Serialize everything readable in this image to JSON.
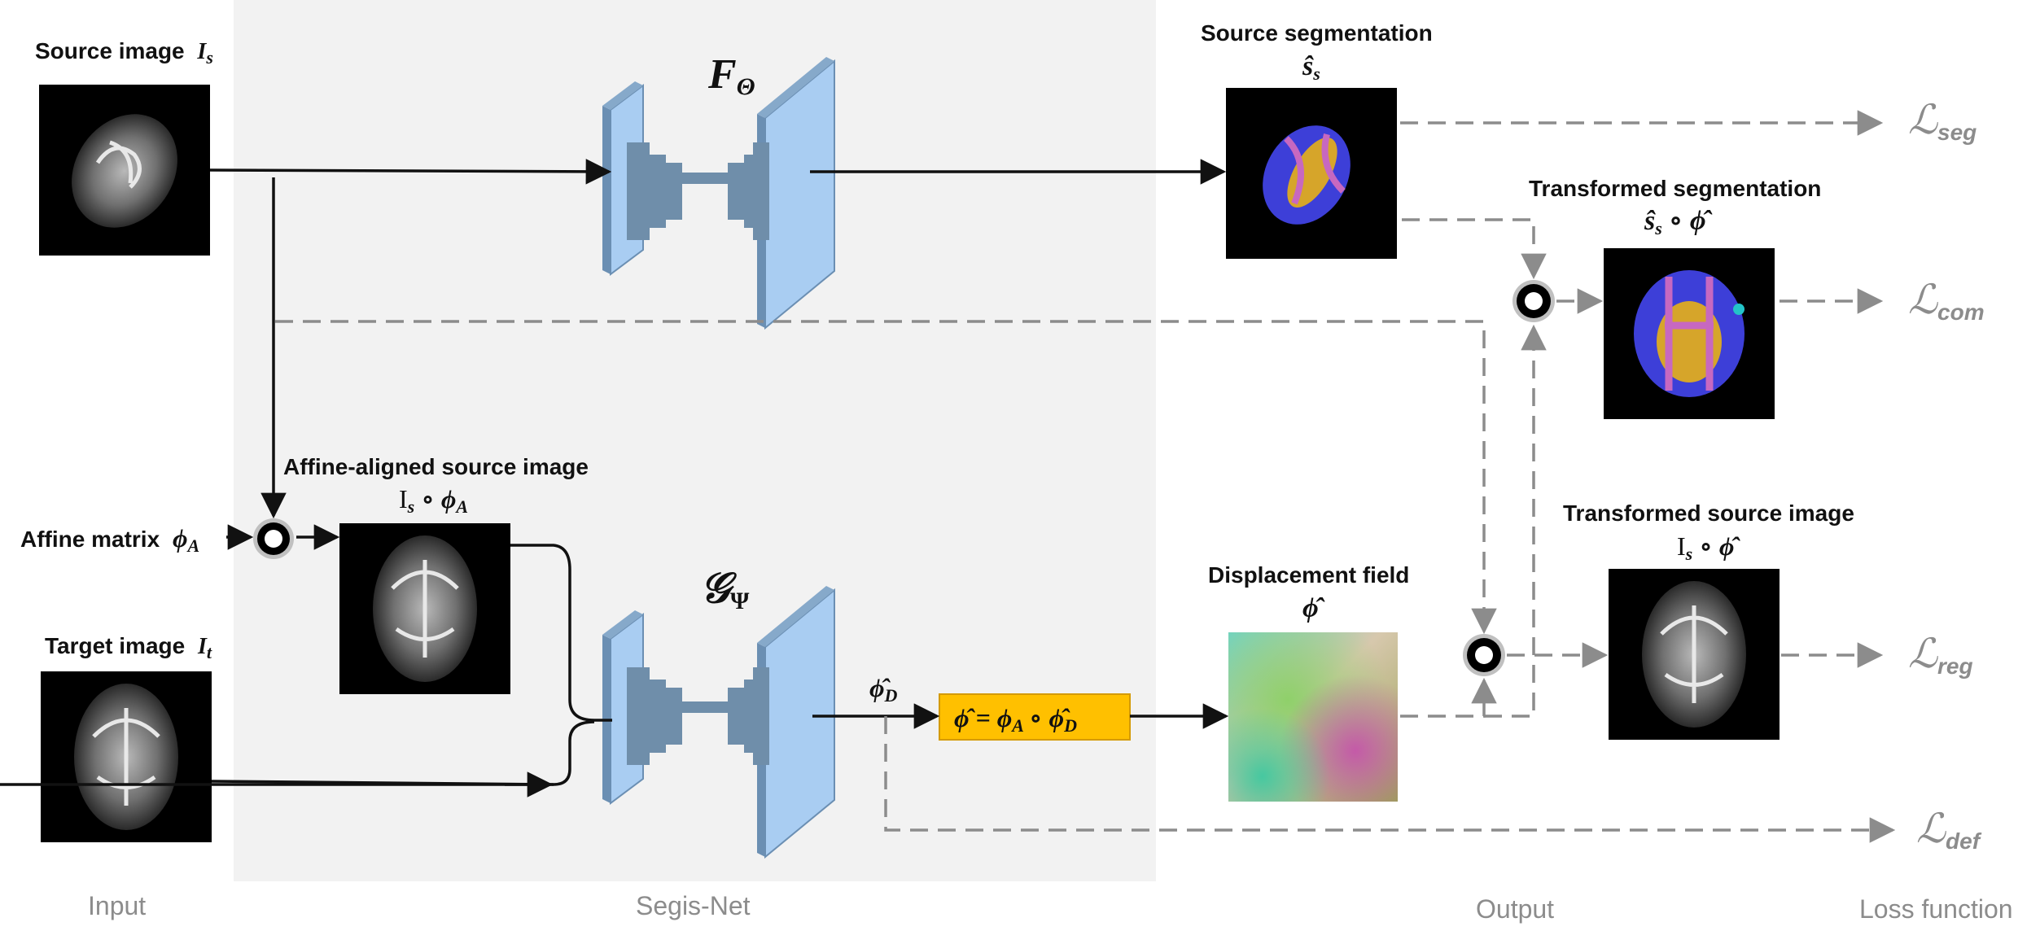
{
  "sections": {
    "input": "Input",
    "segisnet": "Segis-Net",
    "output": "Output",
    "loss": "Loss function"
  },
  "labels": {
    "source_image": "Source image",
    "source_image_math": "I",
    "source_image_sub": "s",
    "affine_matrix": "Affine matrix",
    "affine_matrix_math": "ϕ",
    "affine_matrix_sub": "A",
    "target_image": "Target image",
    "target_image_math": "I",
    "target_image_sub": "t",
    "affine_aligned": "Affine-aligned source image",
    "affine_aligned_math": "I",
    "affine_aligned_sub": "s",
    "affine_aligned_op": "∘ ϕ",
    "affine_aligned_op_sub": "A",
    "f_theta": "F",
    "f_theta_sub": "Θ",
    "g_psi": "𝒢",
    "g_psi_sub": "Ψ",
    "phi_d": "ϕ̂",
    "phi_d_sub": "D",
    "phi_box": "ϕ̂ = ϕ",
    "phi_box_sub1": "A",
    "phi_box_mid": "∘ ϕ̂",
    "phi_box_sub2": "D",
    "source_seg": "Source segmentation",
    "source_seg_math": "ŝ",
    "source_seg_sub": "s",
    "transformed_seg": "Transformed segmentation",
    "transformed_seg_math": "ŝ",
    "transformed_seg_sub": "s",
    "transformed_seg_op": "∘ ϕ̂",
    "displacement": "Displacement field",
    "displacement_math": "ϕ̂",
    "transformed_src": "Transformed source image",
    "transformed_src_math": "I",
    "transformed_src_sub": "s",
    "transformed_src_op": "∘ ϕ̂"
  },
  "losses": {
    "seg": "seg",
    "com": "com",
    "reg": "reg",
    "def": "def",
    "symbol": "ℒ"
  },
  "colors": {
    "panel_bg": "#f2f2f2",
    "network_plate": "#a9cdf2",
    "network_edge": "#6b8fb3",
    "network_core": "#6f8eaa",
    "operator_box": "#ffc000",
    "dashed": "#8c8c8c"
  }
}
